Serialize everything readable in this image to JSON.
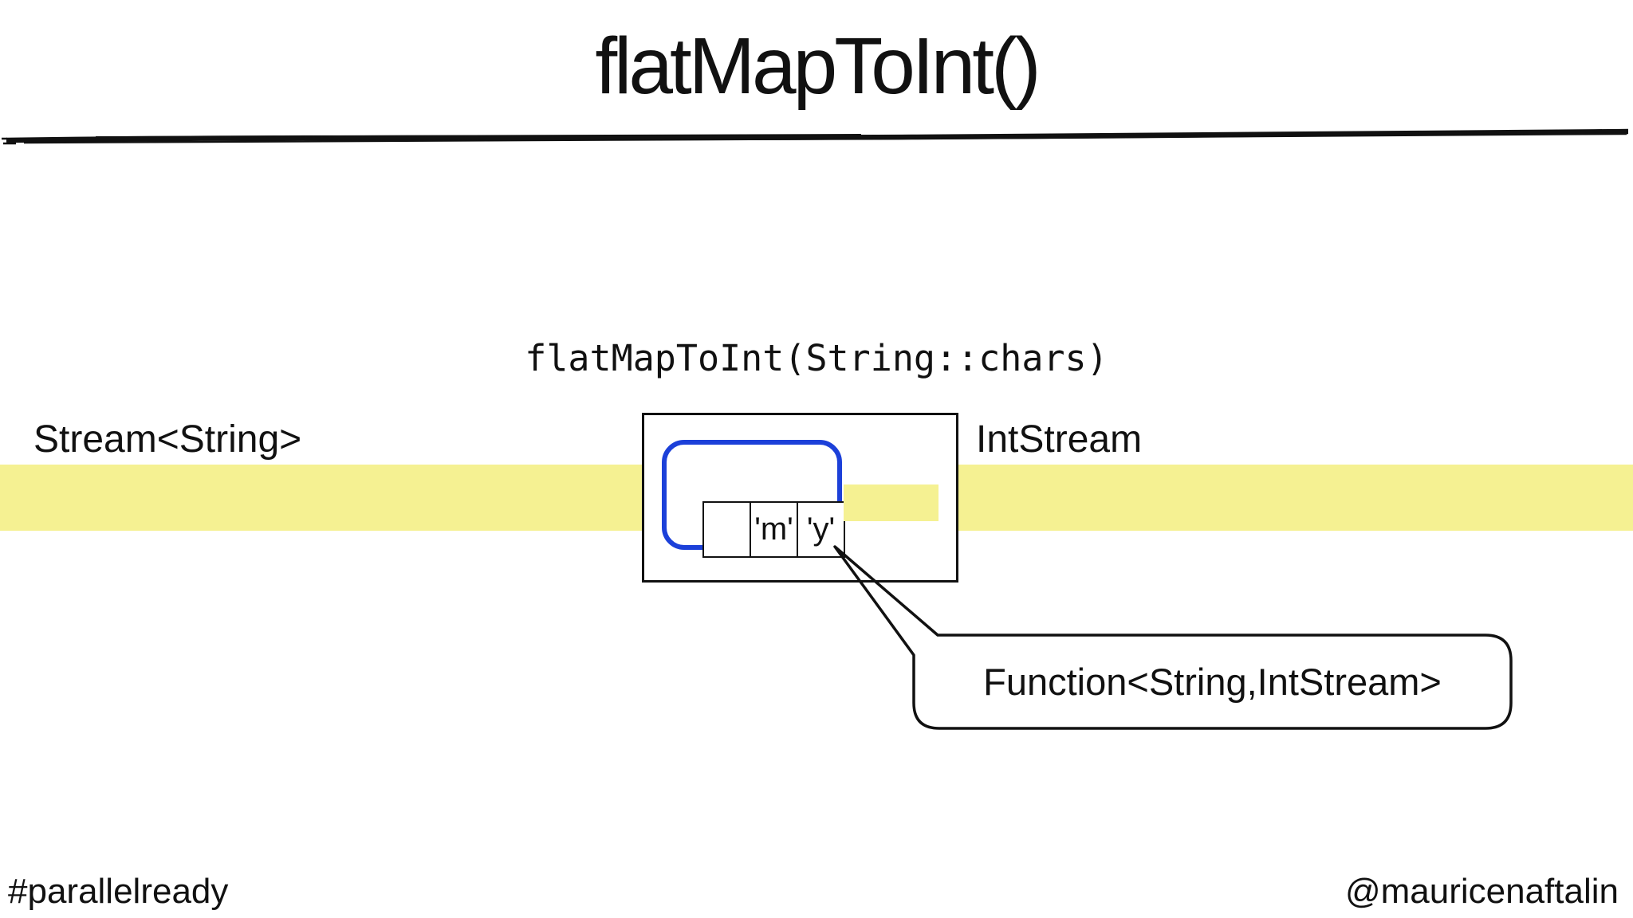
{
  "slide": {
    "title": "flatMapToInt()",
    "operation_label": "flatMapToInt(String::chars)",
    "input_stream_label": "Stream<String>",
    "output_stream_label": "IntStream",
    "function_callout": "Function<String,IntStream>",
    "stream_cells": [
      "",
      "'m'",
      "'y'"
    ],
    "footer": {
      "hashtag": "#parallelready",
      "handle": "@mauricenaftalin"
    },
    "colors": {
      "highlight_band": "#F5F192",
      "function_box_border": "#1C40D9",
      "ink": "#111111"
    }
  }
}
